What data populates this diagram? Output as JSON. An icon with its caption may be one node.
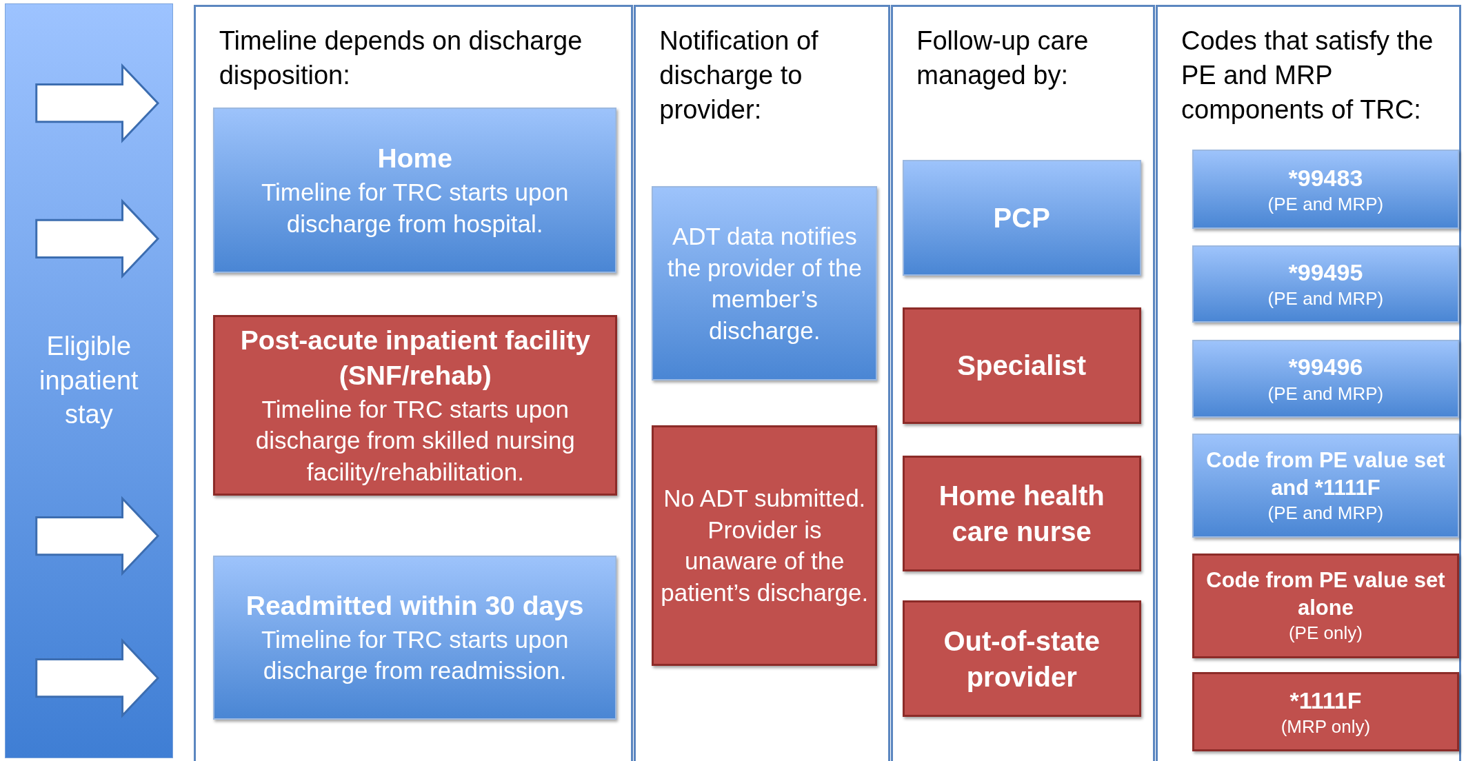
{
  "diagram": {
    "nodes": [
      {
        "text": [
          "Eligible inpatient stay"
        ]
      },
      {
        "text": [
          "Timeline depends on discharge disposition:"
        ]
      },
      {
        "text": [
          "Home",
          "Timeline for TRC starts upon discharge from hospital."
        ],
        "in": 1
      },
      {
        "text": [
          "Post-acute inpatient facility (SNF/rehab)",
          "Timeline for TRC starts upon discharge from skilled nursing facility/rehabilitation."
        ],
        "in": 1
      },
      {
        "text": [
          "Readmitted within 30 days",
          "Timeline for TRC starts upon discharge from readmission."
        ],
        "in": 1
      },
      {
        "text": [
          "Notification of discharge to provider:"
        ]
      },
      {
        "text": [
          "ADT data notifies the provider of the member’s discharge."
        ],
        "in": 5
      },
      {
        "text": [
          "No ADT submitted. Provider is unaware of the patient’s discharge."
        ],
        "in": 5
      },
      {
        "text": [
          "Follow-up care managed by:"
        ]
      },
      {
        "text": [
          "PCP"
        ],
        "in": 8
      },
      {
        "text": [
          "Specialist"
        ],
        "in": 8
      },
      {
        "text": [
          "Home health care nurse"
        ],
        "in": 8
      },
      {
        "text": [
          "Out-of-state provider"
        ],
        "in": 8
      },
      {
        "text": [
          "Codes that satisfy the PE and MRP components of TRC:"
        ]
      },
      {
        "text": [
          "*99483",
          "(PE and MRP)"
        ],
        "in": 13
      },
      {
        "text": [
          "*99495",
          "(PE and MRP)"
        ],
        "in": 13
      },
      {
        "text": [
          "*99496",
          "(PE and MRP)"
        ],
        "in": 13
      },
      {
        "text": [
          "Code from PE value set and *1111F",
          "(PE and MRP)"
        ],
        "in": 13
      },
      {
        "text": [
          "Code from PE value set alone",
          "(PE only)"
        ],
        "in": 13
      },
      {
        "text": [
          "*1111F",
          "(MRP only)"
        ],
        "in": 13
      }
    ]
  }
}
